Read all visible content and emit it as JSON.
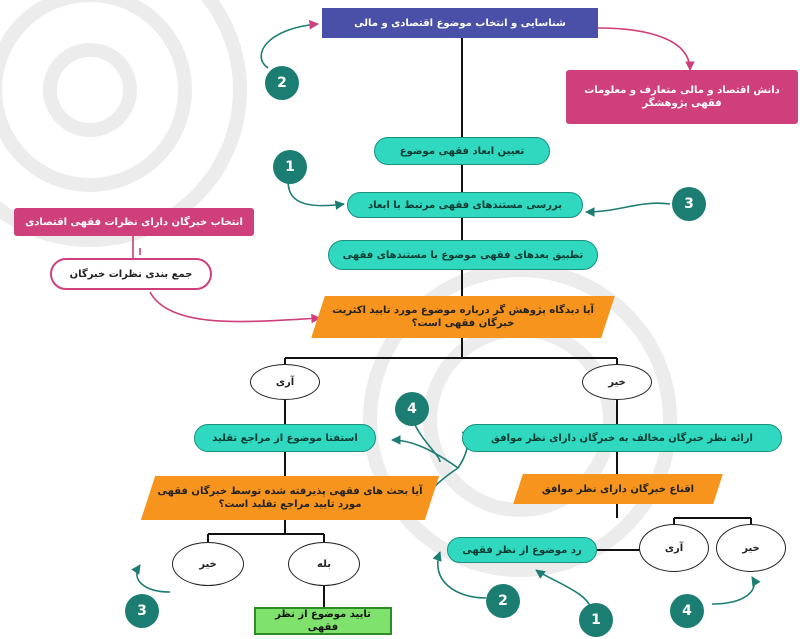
{
  "nodes": {
    "identify_topic": "شناسایی و انتخاب موضوع اقتصادی و مالی",
    "knowledge_box": "دانش اقتصاد و مالی متعارف و معلومات فقهی پژوهشگر",
    "fiqh_dimensions": "تعیین ابعاد فقهی موضوع",
    "review_sources": "بررسی مستندهای فقهی مرتبط با ابعاد",
    "apply_dimensions": "تطبیق بعدهای فقهی موضوع با مستندهای فقهی",
    "select_experts": "انتخاب خبرگان دارای نظرات فقهی اقتصادی",
    "compile_opinions": "جمع بندی نظرات خبرگان",
    "decision_main": "آیا دیدگاه پژوهش گر درباره موضوع مورد تایید اکثریت خبرگان فقهی است؟",
    "yes_left": "آری",
    "no_right": "خیر",
    "inquire_authorities": "استفتا موضوع از مراجع تقلید",
    "present_opposing": "ارائه نظر خبرگان مخالف به خبرگان دارای نظر موافق",
    "decision_authorities": "آیا بحث های فقهی پذیرفته شده توسط خبرگان فقهی مورد تایید مراجع تقلید است؟",
    "convince_agreeing": "اقناع خبرگان دارای نظر موافق",
    "no_left": "خیر",
    "yes_left2": "بله",
    "reject_topic": "رد موضوع از نظر فقهی",
    "yes_right2": "آری",
    "no_right2": "خیر",
    "approve_topic": "تایید موضوع از نظر فقهی"
  },
  "badges": {
    "b2_top": "2",
    "b1_upper": "1",
    "b3_right": "3",
    "b4_mid": "4",
    "b3_bottom": "3",
    "b2_bottom": "2",
    "b1_bottom": "1",
    "b4_bottom": "4"
  },
  "colors": {
    "blue": "#4a4fa8",
    "pink": "#cf3f7c",
    "teal": "#2fd8be",
    "orange": "#f7941d",
    "green": "#7fe26c",
    "badge": "#1c7d73"
  }
}
